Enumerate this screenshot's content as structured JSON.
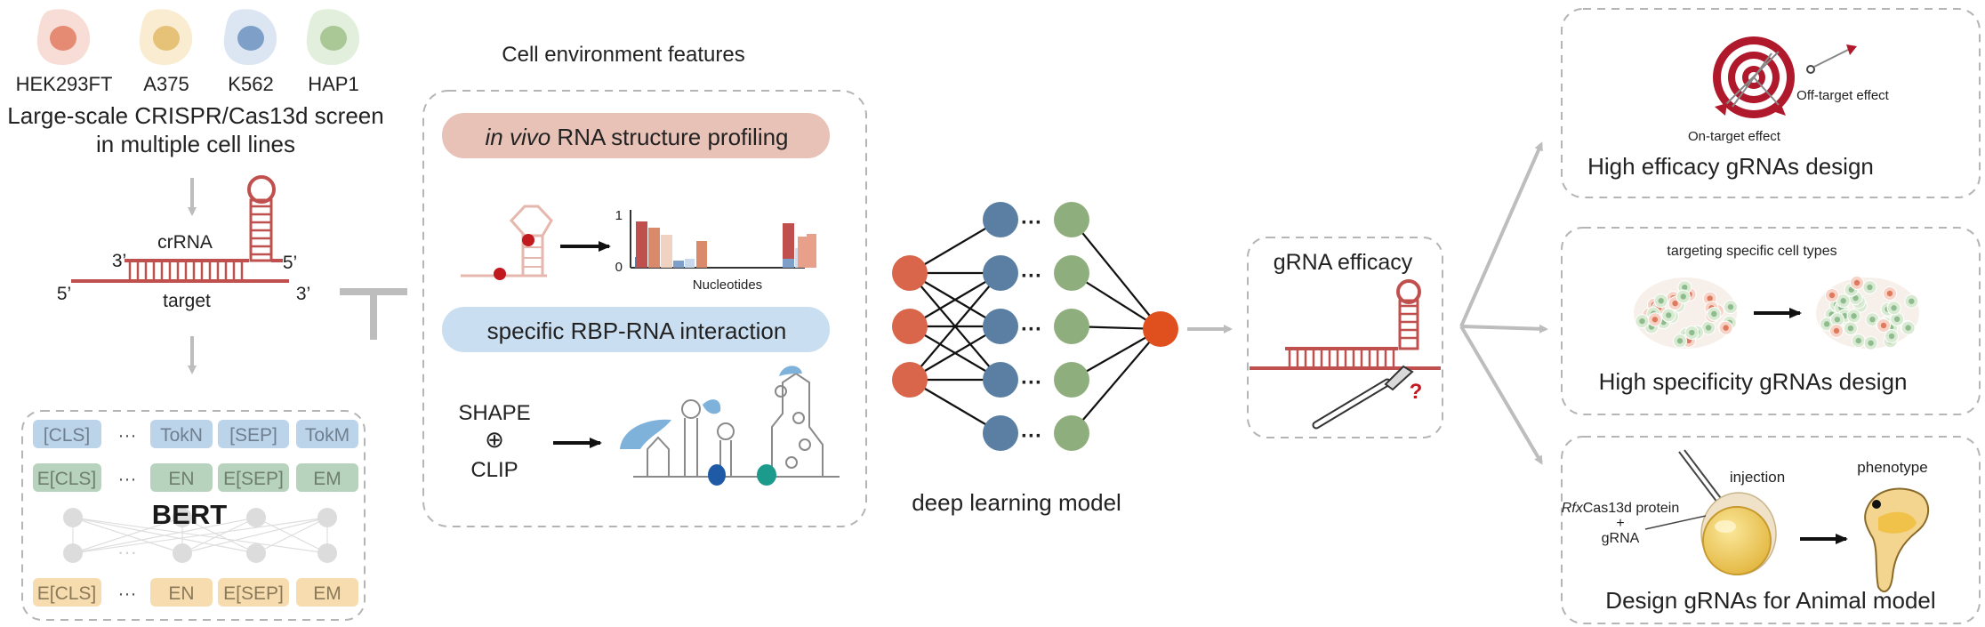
{
  "cell_lines": [
    "HEK293FT",
    "A375",
    "K562",
    "HAP1"
  ],
  "screen_title": [
    "Large-scale CRISPR/Cas13d screen",
    "in multiple cell lines"
  ],
  "crrna": {
    "label": "crRNA",
    "target_label": "target",
    "end_3_top": "3’",
    "end_5_top": "5’",
    "end_5_bottom": "5’",
    "end_3_bottom": "3’"
  },
  "bert": {
    "title": "BERT",
    "row_top": [
      "[CLS]",
      "···",
      "TokN",
      "[SEP]",
      "TokM"
    ],
    "row_embed": [
      "E[CLS]",
      "···",
      "EN",
      "E[SEP]",
      "EM"
    ],
    "row_bottom": [
      "E[CLS]",
      "···",
      "EN",
      "E[SEP]",
      "EM"
    ],
    "hidden_dots": "···"
  },
  "cell_env": {
    "title": "Cell environment features",
    "structure_pill_italic": "in vivo",
    "structure_pill_rest": " RNA structure profiling",
    "bar_axis_top": "1",
    "bar_axis_zero": "0",
    "bar_xlabel": "Nucleotides",
    "rbp_pill": "specific RBP-RNA interaction",
    "shape_label": "SHAPE",
    "oplus": "⊕",
    "clip_label": "CLIP"
  },
  "nn": {
    "label": "deep learning model",
    "ellipsis": "···"
  },
  "efficacy": {
    "label": "gRNA efficacy",
    "question": "?"
  },
  "panel_efficacy": {
    "title": "High efficacy gRNAs design",
    "off_target": "Off-target effect",
    "on_target": "On-target effect"
  },
  "panel_specificity": {
    "title": "High specificity gRNAs design",
    "subtitle": "targeting specific cell types"
  },
  "panel_animal": {
    "title": "Design gRNAs for Animal model",
    "injection": "injection",
    "phenotype": "phenotype",
    "protein_italic": "Rfx",
    "protein_rest": "Cas13d protein",
    "plus": "+",
    "grna": "gRNA"
  },
  "colors": {
    "rna_red": "#c0504d",
    "crrna_pink": "#e6b7ad",
    "node_orange": "#d9664a",
    "node_blue": "#5a7fa3",
    "node_green": "#8fae7e",
    "output_orange": "#e0501f",
    "arrow_gray": "#bdbdbd",
    "bert_blue": "#bcd4ea",
    "bert_green": "#b7d3bd",
    "bert_yellow": "#f6dcae",
    "pill_red": "#e8c2b6",
    "pill_blue": "#c9def0",
    "dash_gray": "#b5b5b5"
  },
  "icons": [
    "cell-icon",
    "hairpin-icon",
    "target-icon",
    "dart-icon",
    "scalpel-icon",
    "needle-icon",
    "zebrafish-embryo-icon",
    "rbp-protein-icon"
  ]
}
